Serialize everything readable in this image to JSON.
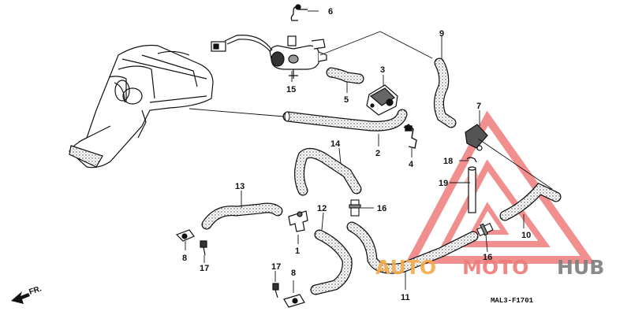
{
  "diagram": {
    "code": "MAL3-F1701",
    "direction_label": "FR.",
    "callouts": {
      "c1": "1",
      "c2": "2",
      "c3": "3",
      "c4": "4",
      "c5": "5",
      "c6": "6",
      "c7": "7",
      "c8a": "8",
      "c8b": "8",
      "c9": "9",
      "c10": "10",
      "c11": "11",
      "c12": "12",
      "c13": "13",
      "c14": "14",
      "c15": "15",
      "c16a": "16",
      "c16b": "16",
      "c17a": "17",
      "c17b": "17",
      "c18": "18",
      "c19": "19"
    }
  },
  "watermark": {
    "part1": "AUTO",
    "part2": "MOTO",
    "part3": "HUB",
    "colors": {
      "orange": "#f6a94a",
      "red": "#ef7b7b",
      "gray": "#7d7d7d"
    }
  }
}
